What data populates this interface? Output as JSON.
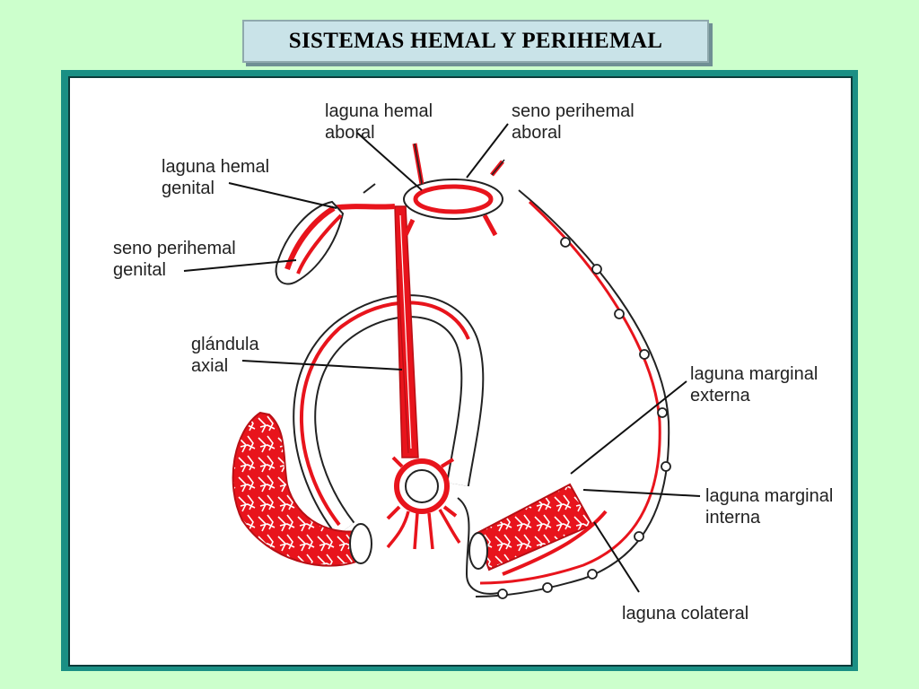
{
  "title": "SISTEMAS HEMAL Y  PERIHEMAL",
  "labels": {
    "laguna_hemal_aboral": [
      "laguna hemal",
      "aboral"
    ],
    "seno_perihemal_aboral": [
      "seno perihemal",
      "aboral"
    ],
    "laguna_hemal_genital": [
      "laguna hemal",
      "genital"
    ],
    "seno_perihemal_genital": [
      "seno perihemal",
      "genital"
    ],
    "glandula_axial": [
      "glándula",
      "axial"
    ],
    "laguna_marginal_externa": [
      "laguna marginal",
      "externa"
    ],
    "laguna_marginal_interna": [
      "laguna marginal",
      "interna"
    ],
    "laguna_colateral": [
      "laguna colateral"
    ]
  },
  "colors": {
    "background": "#ccffcc",
    "frame": "#1a8f84",
    "title_box": "#c9e3e8",
    "vessel": "#e8141c",
    "outline": "#222222"
  }
}
